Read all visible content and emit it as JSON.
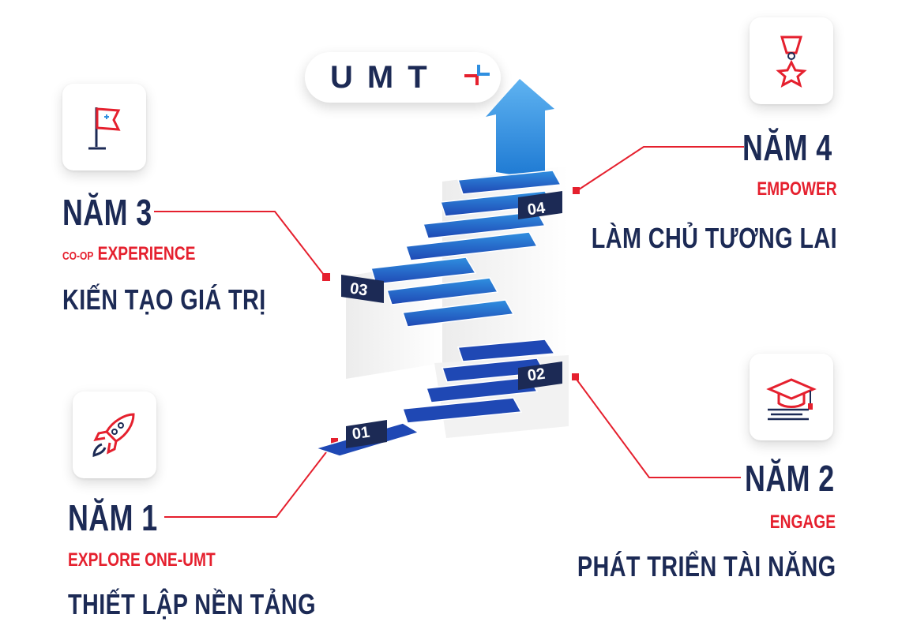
{
  "logo": {
    "text": "UMT"
  },
  "stages": [
    {
      "step": "01",
      "year": "NĂM 1",
      "phase": "EXPLORE ONE-UMT",
      "goal": "THIẾT LẬP NỀN TẢNG",
      "icon": "rocket-icon"
    },
    {
      "step": "02",
      "year": "NĂM 2",
      "phase": "ENGAGE",
      "goal": "PHÁT TRIỂN TÀI NĂNG",
      "icon": "graduation-cap-icon"
    },
    {
      "step": "03",
      "year": "NĂM 3",
      "phase_prefix": "CO-OP",
      "phase": "EXPERIENCE",
      "goal": "KIẾN TẠO GIÁ TRỊ",
      "icon": "flag-icon"
    },
    {
      "step": "04",
      "year": "NĂM 4",
      "phase": "EMPOWER",
      "goal": "LÀM CHỦ TƯƠNG LAI",
      "icon": "medal-icon"
    }
  ],
  "colors": {
    "navy": "#1c2a55",
    "red": "#e5202e",
    "blue_light": "#2f8fe0",
    "blue_dark": "#1f48b4"
  }
}
